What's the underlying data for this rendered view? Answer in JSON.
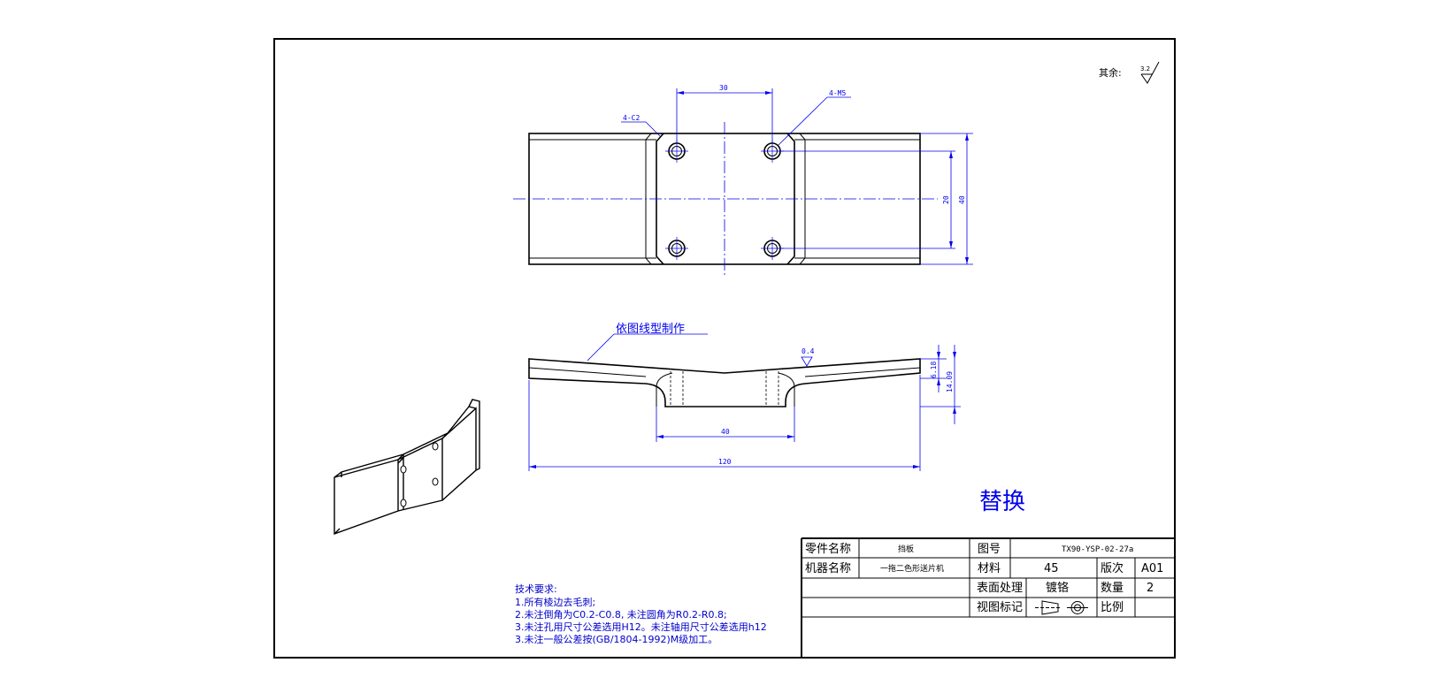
{
  "drawing": {
    "roughness_label": "其余:",
    "roughness_value": "3.2",
    "annotation_chamfer": "4-C2",
    "annotation_holes": "4-M5",
    "dim_30": "30",
    "dim_20": "20",
    "dim_40_side": "40",
    "profile_note": "依图线型制作",
    "dim_04": "0.4",
    "dim_618": "6.18",
    "dim_1409": "14.09",
    "dim_40_bottom": "40",
    "dim_120": "120",
    "replace_label": "替换"
  },
  "notes": {
    "title": "技术要求:",
    "lines": [
      "1.所有棱边去毛刺;",
      "2.未注倒角为C0.2-C0.8, 未注圆角为R0.2-R0.8;",
      "3.未注孔用尺寸公差选用H12。未注轴用尺寸公差选用h12",
      "3.未注一般公差按(GB/1804-1992)M级加工。"
    ]
  },
  "title_block": {
    "part_name_label": "零件名称",
    "part_name_value": "挡板",
    "drawing_no_label": "图号",
    "drawing_no_value": "TX90-YSP-02-27a",
    "machine_name_label": "机器名称",
    "machine_name_value": "一拖二色形送片机",
    "material_label": "材料",
    "material_value": "45",
    "revision_label": "版次",
    "revision_value": "A01",
    "surface_label": "表面处理",
    "surface_value": "镀铬",
    "quantity_label": "数量",
    "quantity_value": "2",
    "view_label": "视图标记",
    "scale_label": "比例"
  },
  "colors": {
    "line": "#000000",
    "dimension": "#0000ee",
    "note": "#0000cc"
  }
}
